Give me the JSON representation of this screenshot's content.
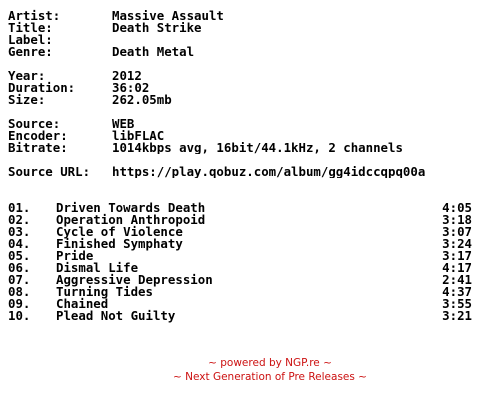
{
  "info": {
    "artist": {
      "label": "Artist:",
      "value": "Massive Assault"
    },
    "title": {
      "label": "Title:",
      "value": "Death Strike"
    },
    "label": {
      "label": "Label:",
      "value": ""
    },
    "genre": {
      "label": "Genre:",
      "value": "Death Metal"
    },
    "year": {
      "label": "Year:",
      "value": "2012"
    },
    "duration": {
      "label": "Duration:",
      "value": "36:02"
    },
    "size": {
      "label": "Size:",
      "value": "262.05mb"
    },
    "source": {
      "label": "Source:",
      "value": "WEB"
    },
    "encoder": {
      "label": "Encoder:",
      "value": "libFLAC"
    },
    "bitrate": {
      "label": "Bitrate:",
      "value": "1014kbps avg, 16bit/44.1kHz, 2 channels"
    },
    "source_url": {
      "label": "Source URL:",
      "value": "https://play.qobuz.com/album/gg4idccqpq00a"
    }
  },
  "tracks": [
    {
      "num": "01.",
      "title": "Driven Towards Death",
      "duration": "4:05"
    },
    {
      "num": "02.",
      "title": "Operation Anthropoid",
      "duration": "3:18"
    },
    {
      "num": "03.",
      "title": "Cycle of Violence",
      "duration": "3:07"
    },
    {
      "num": "04.",
      "title": "Finished Symphaty",
      "duration": "3:24"
    },
    {
      "num": "05.",
      "title": "Pride",
      "duration": "3:17"
    },
    {
      "num": "06.",
      "title": "Dismal Life",
      "duration": "4:17"
    },
    {
      "num": "07.",
      "title": "Aggressive Depression",
      "duration": "2:41"
    },
    {
      "num": "08.",
      "title": "Turning Tides",
      "duration": "4:37"
    },
    {
      "num": "09.",
      "title": "Chained",
      "duration": "3:55"
    },
    {
      "num": "10.",
      "title": "Plead Not Guilty",
      "duration": "3:21"
    }
  ],
  "footer": {
    "line1": "~ powered by NGP.re ~",
    "line2": "~ Next Generation of Pre Releases ~"
  },
  "colors": {
    "text": "#000000",
    "footer": "#cc1111",
    "background": "#ffffff"
  }
}
